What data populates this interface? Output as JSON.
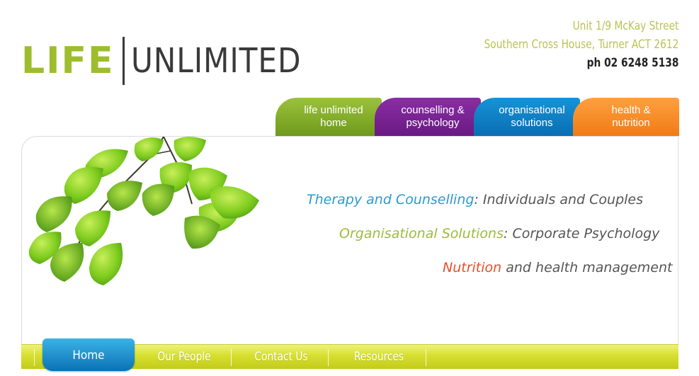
{
  "logo": {
    "part1": "LIFE",
    "part2": "UNLIMITED"
  },
  "address": {
    "line1": "Unit 1/9 McKay Street",
    "line2": "Southern Cross House, Turner ACT 2612",
    "phone": "ph 02 6248 5138"
  },
  "tabs": [
    {
      "line1": "life unlimited",
      "line2": "home",
      "color": "#7ca626"
    },
    {
      "line1": "counselling &",
      "line2": "psychology",
      "color": "#7b2398"
    },
    {
      "line1": "organisational",
      "line2": "solutions",
      "color": "#0f7fc4"
    },
    {
      "line1": "health &",
      "line2": "nutrition",
      "color": "#f5891f"
    }
  ],
  "taglines": [
    {
      "highlight": "Therapy and Counselling",
      "rest": ": Individuals and Couples",
      "highlight_color": "#2a9bd0"
    },
    {
      "highlight": "Organisational Solutions",
      "rest": ": Corporate Psychology",
      "highlight_color": "#9cbb3e"
    },
    {
      "highlight": "Nutrition",
      "rest": " and health management",
      "highlight_color": "#e4502a"
    }
  ],
  "bottom_nav": {
    "active": "Home",
    "items": [
      "Our People",
      "Contact Us",
      "Resources"
    ]
  },
  "colors": {
    "brand_green": "#9dbd2c",
    "nav_yellow": "#d6df2e",
    "address_text": "#b9c452"
  },
  "image": {
    "subject": "green-leaves-branch"
  }
}
